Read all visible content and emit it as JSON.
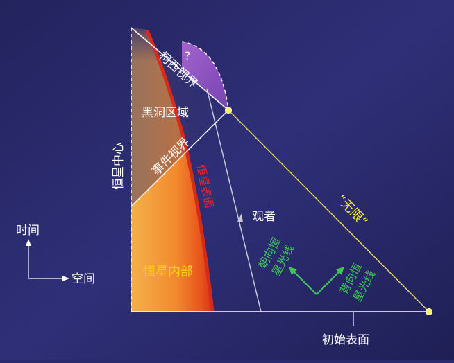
{
  "labels": {
    "question_mark": "?",
    "cauchy_horizon": "柯西视界",
    "black_hole_region": "黑洞区域",
    "event_horizon": "事件视界",
    "star_center": "恒星中心",
    "star_surface": "恒星表面",
    "star_interior": "恒星内部",
    "observer": "观者",
    "infinity": "“无限”",
    "inward_light_line1": "朝向恒",
    "inward_light_line2": "星光线",
    "outward_light_line1": "背向恒",
    "outward_light_line2": "星光线",
    "time_axis": "时间",
    "space_axis": "空间",
    "initial_surface": "初始表面"
  },
  "colors": {
    "background": "#2a2a6e",
    "infinity_text": "#f2ea3c",
    "surface_text": "#e8262a",
    "interior_text": "#ffd11a",
    "light_ray_text": "#3fc45a",
    "white": "#ffffff",
    "horizon_fill": "#9a55c8",
    "null_line": "#e2d55a"
  }
}
